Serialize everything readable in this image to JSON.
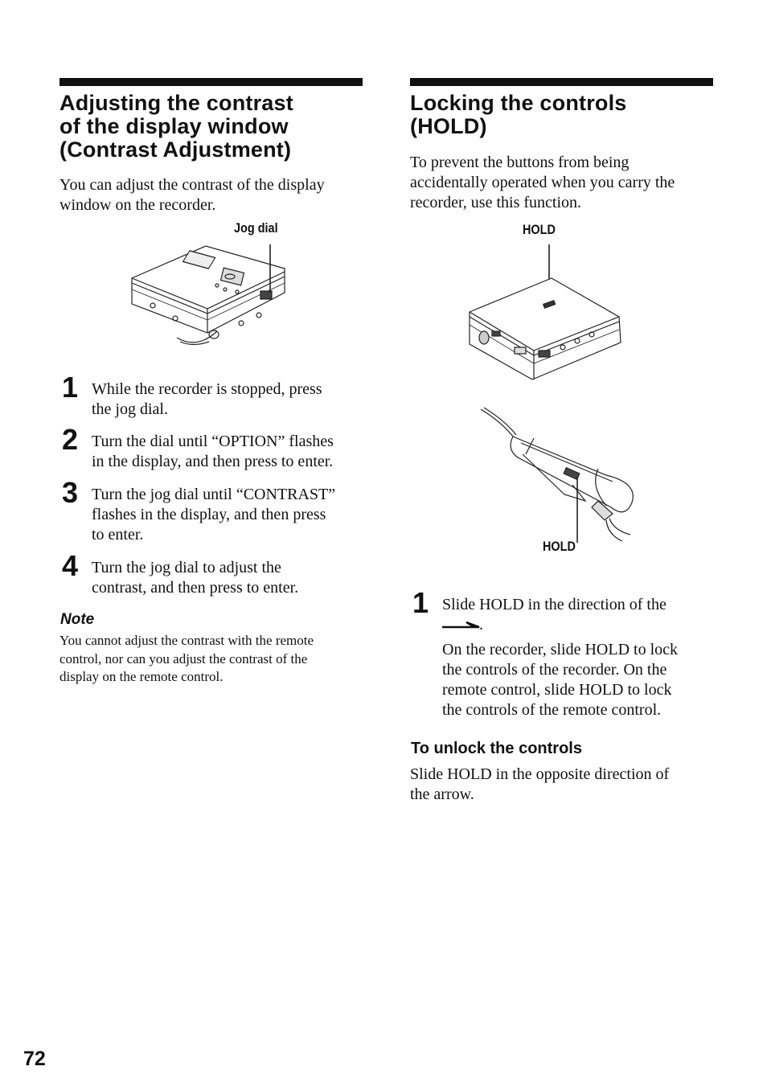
{
  "page_number": "72",
  "left": {
    "title_lines": [
      "Adjusting the contrast",
      "of the display window",
      "(Contrast Adjustment)"
    ],
    "intro_lines": [
      "You can adjust the contrast of the display",
      "window on the recorder."
    ],
    "figure_label": "Jog dial",
    "steps": [
      {
        "num": "1",
        "lines": [
          "While the recorder is stopped, press",
          "the jog dial."
        ]
      },
      {
        "num": "2",
        "lines": [
          "Turn the dial until “OPTION” flashes",
          "in the display, and then press to enter."
        ]
      },
      {
        "num": "3",
        "lines": [
          "Turn the jog dial until “CONTRAST”",
          "flashes in the display, and then press",
          "to enter."
        ]
      },
      {
        "num": "4",
        "lines": [
          "Turn the jog dial to adjust the",
          "contrast, and then press to enter."
        ]
      }
    ],
    "note_heading": "Note",
    "note_lines": [
      "You cannot adjust the contrast with the remote",
      "control, nor can you adjust the contrast of the",
      "display on the remote control."
    ]
  },
  "right": {
    "title_lines": [
      "Locking the controls",
      "(HOLD)"
    ],
    "intro_lines": [
      "To prevent the buttons from being",
      "accidentally operated when you carry the",
      "recorder, use this function."
    ],
    "figure_label_top": "HOLD",
    "figure_label_bottom": "HOLD",
    "step1_num": "1",
    "step1_line1": "Slide HOLD in the direction of the",
    "step1_line2_suffix": ".",
    "step1_detail_lines": [
      "On the recorder, slide HOLD to lock",
      "the controls of the recorder. On the",
      "remote control, slide HOLD to lock",
      "the controls of the remote control."
    ],
    "unlock_heading": "To unlock the controls",
    "unlock_lines": [
      "Slide HOLD in the opposite direction of",
      "the arrow."
    ]
  }
}
